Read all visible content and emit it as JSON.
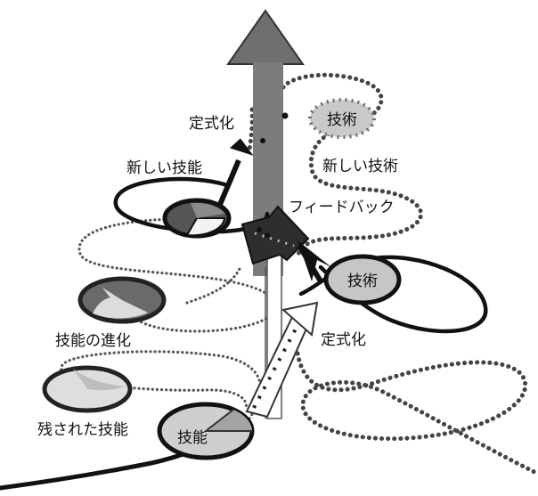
{
  "labels": {
    "formalize_top": "定式化",
    "tech_top_ellipse": "技術",
    "new_skill": "新しい技能",
    "new_tech": "新しい技術",
    "feedback": "フィードバック",
    "tech_mid_ellipse": "技術",
    "skill_evolution": "技能の進化",
    "formalize_right": "定式化",
    "remaining_skill": "残された技能",
    "skill_bottom_ellipse": "技能"
  },
  "colors": {
    "line": "#111111",
    "dot_line": "#333333",
    "light_gray": "#d4d4d4",
    "mid_gray": "#9a9a9a",
    "dark_gray": "#555555",
    "arrow_gray": "#7a7a7a"
  }
}
